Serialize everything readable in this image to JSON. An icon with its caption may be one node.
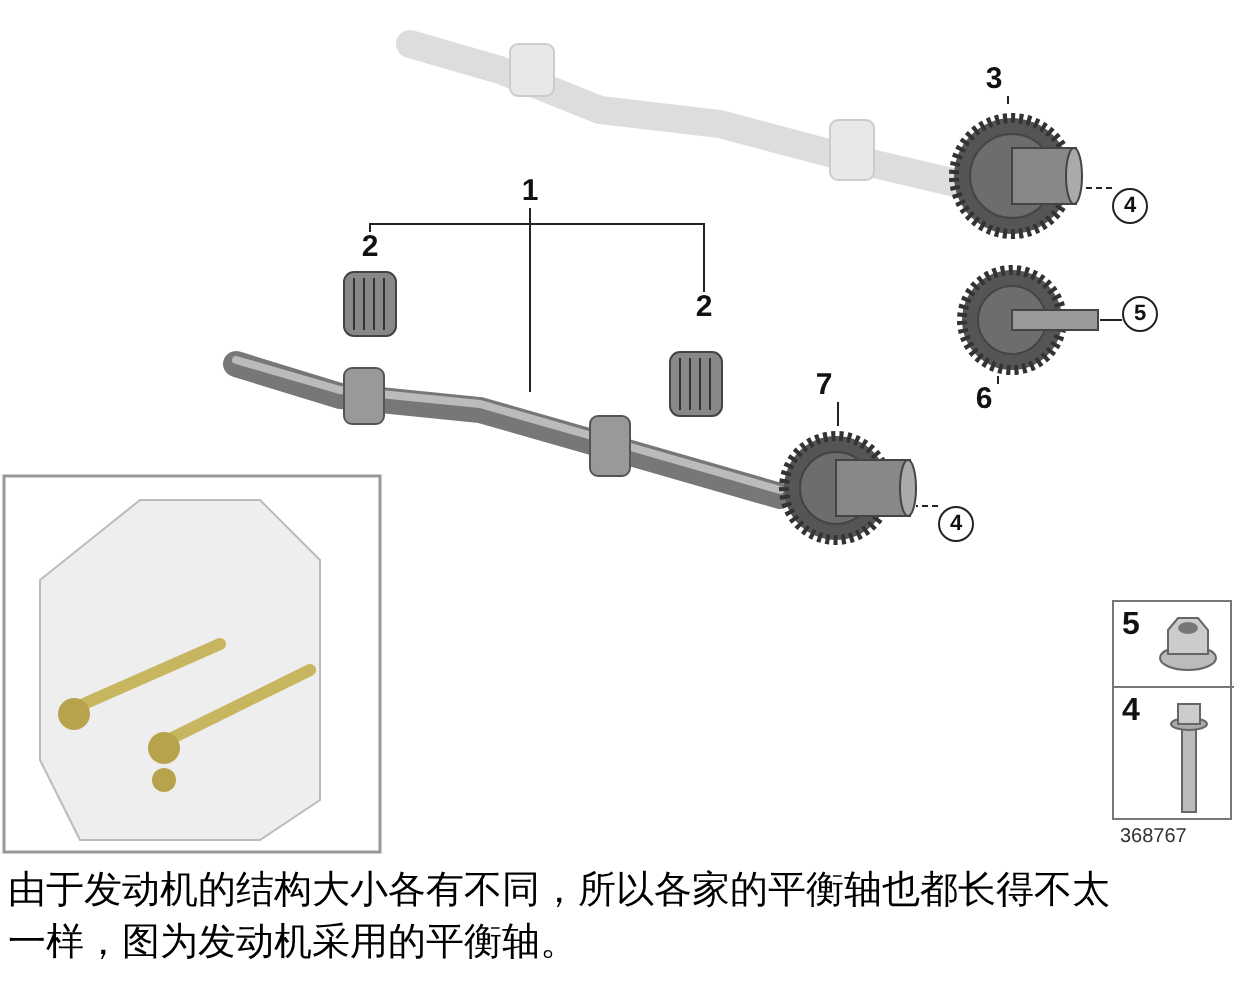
{
  "diagram": {
    "caption": "由于发动机的结构大小各有不同，所以各家的平衡轴也都长得不太一样，图为发动机采用的平衡轴。",
    "nodes": [
      {
        "text": [
          "1"
        ]
      },
      {
        "text": [
          "2"
        ]
      },
      {
        "text": [
          "2"
        ]
      },
      {
        "text": [
          "3"
        ]
      },
      {
        "text": [
          "4"
        ]
      },
      {
        "text": [
          "5"
        ]
      },
      {
        "text": [
          "6"
        ]
      },
      {
        "text": [
          "7"
        ]
      },
      {
        "text": [
          "4"
        ]
      },
      {
        "text": [],
        "shape": "picture"
      },
      {
        "text": [],
        "shape": "picture"
      },
      {
        "text": [],
        "shape": "picture"
      },
      {
        "text": [],
        "shape": "picture"
      },
      {
        "text": [],
        "shape": "box"
      },
      {
        "text": [
          "5"
        ],
        "in": 13
      },
      {
        "text": [
          "4"
        ],
        "in": 13
      }
    ],
    "edges": [
      {
        "from": 0,
        "to": 1,
        "arrow": "none"
      },
      {
        "from": 0,
        "to": 2,
        "arrow": "none"
      },
      {
        "from": 0,
        "to": 9,
        "arrow": "none"
      },
      {
        "from": 3,
        "to": 10,
        "arrow": "none"
      },
      {
        "from": 4,
        "to": 10,
        "arrow": "none",
        "style": "dashed"
      },
      {
        "from": 5,
        "to": 11,
        "arrow": "none"
      },
      {
        "from": 6,
        "to": 11,
        "arrow": "none"
      },
      {
        "from": 7,
        "to": 12,
        "arrow": "none"
      },
      {
        "from": 8,
        "to": 12,
        "arrow": "none",
        "style": "dashed"
      }
    ],
    "labels": [
      "368767"
    ]
  }
}
